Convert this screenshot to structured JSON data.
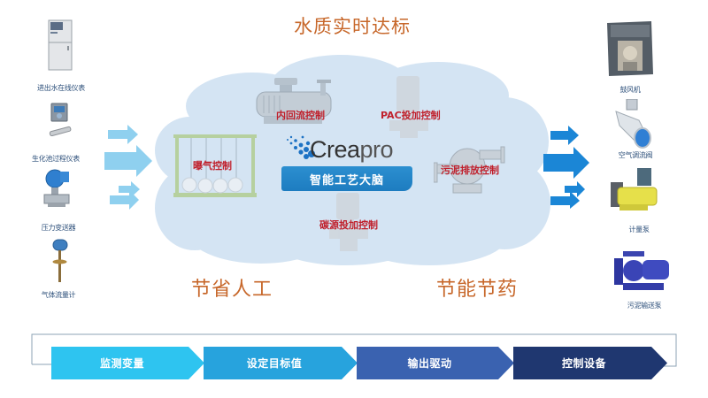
{
  "title": "水质实时达标",
  "left_devices": [
    {
      "label": "进出水在线仪表",
      "icon": "online-analyzer-cabinet"
    },
    {
      "label": "生化池过程仪表",
      "icon": "process-meter-probe"
    },
    {
      "label": "压力变送器",
      "icon": "pressure-transmitter"
    },
    {
      "label": "气体流量计",
      "icon": "gas-flowmeter"
    }
  ],
  "right_devices": [
    {
      "label": "鼓风机",
      "icon": "blower"
    },
    {
      "label": "空气调流阀",
      "icon": "air-flow-valve"
    },
    {
      "label": "计量泵",
      "icon": "metering-pump"
    },
    {
      "label": "污泥输送泵",
      "icon": "sludge-pump"
    }
  ],
  "cloud": {
    "controls": {
      "aeration": "曝气控制",
      "internal_reflux": "内回流控制",
      "pac_dosing": "PAC投加控制",
      "sludge_discharge": "污泥排放控制",
      "carbon_dosing": "碳源投加控制"
    },
    "logo": {
      "main": "Crea",
      "suffix": "pro"
    },
    "brain_label": "智能工艺大脑"
  },
  "benefits": {
    "left": "节省人工",
    "right": "节能节药"
  },
  "flow_steps": [
    {
      "label": "监测变量",
      "color": "#2ec4f0"
    },
    {
      "label": "设定目标值",
      "color": "#27a3dd"
    },
    {
      "label": "输出驱动",
      "color": "#3a62b0"
    },
    {
      "label": "控制设备",
      "color": "#1f3770"
    }
  ],
  "colors": {
    "accent_orange": "#c7672a",
    "control_red": "#c0202c",
    "cloud_fill": "#d4e4f3",
    "left_arrows": "#8fd0ef",
    "right_arrows": "#1b86d6"
  }
}
